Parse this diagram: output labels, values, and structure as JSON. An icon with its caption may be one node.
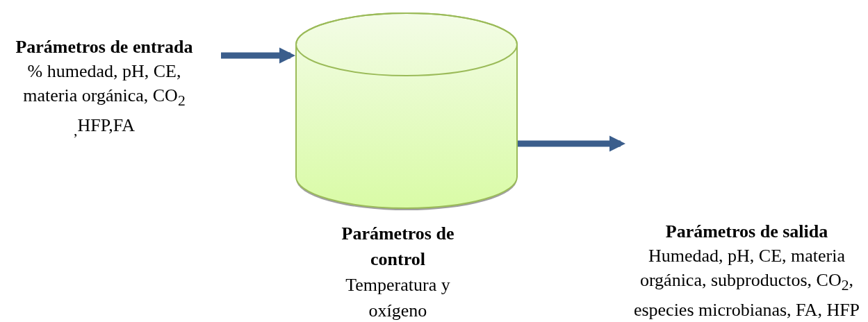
{
  "diagram": {
    "nodes": [
      {
        "text": [
          "Parámetros de entrada",
          "% humedad, pH, CE, materia orgánica, CO$_{2}$ $_{,}$HFP,FA"
        ]
      },
      {
        "text": [],
        "shape": "cylinder",
        "beside": [
          "Parámetros de control",
          "Temperatura y oxígeno"
        ]
      },
      {
        "text": [
          "Parámetros de salida",
          "Humedad, pH, CE, materia orgánica, subproductos, CO$_{2}$, especies microbianas, FA, HFP"
        ]
      }
    ],
    "edges": [
      {
        "from": 0,
        "to": 1,
        "arrow": "to"
      },
      {
        "from": 1,
        "to": 2,
        "arrow": "to"
      }
    ]
  }
}
